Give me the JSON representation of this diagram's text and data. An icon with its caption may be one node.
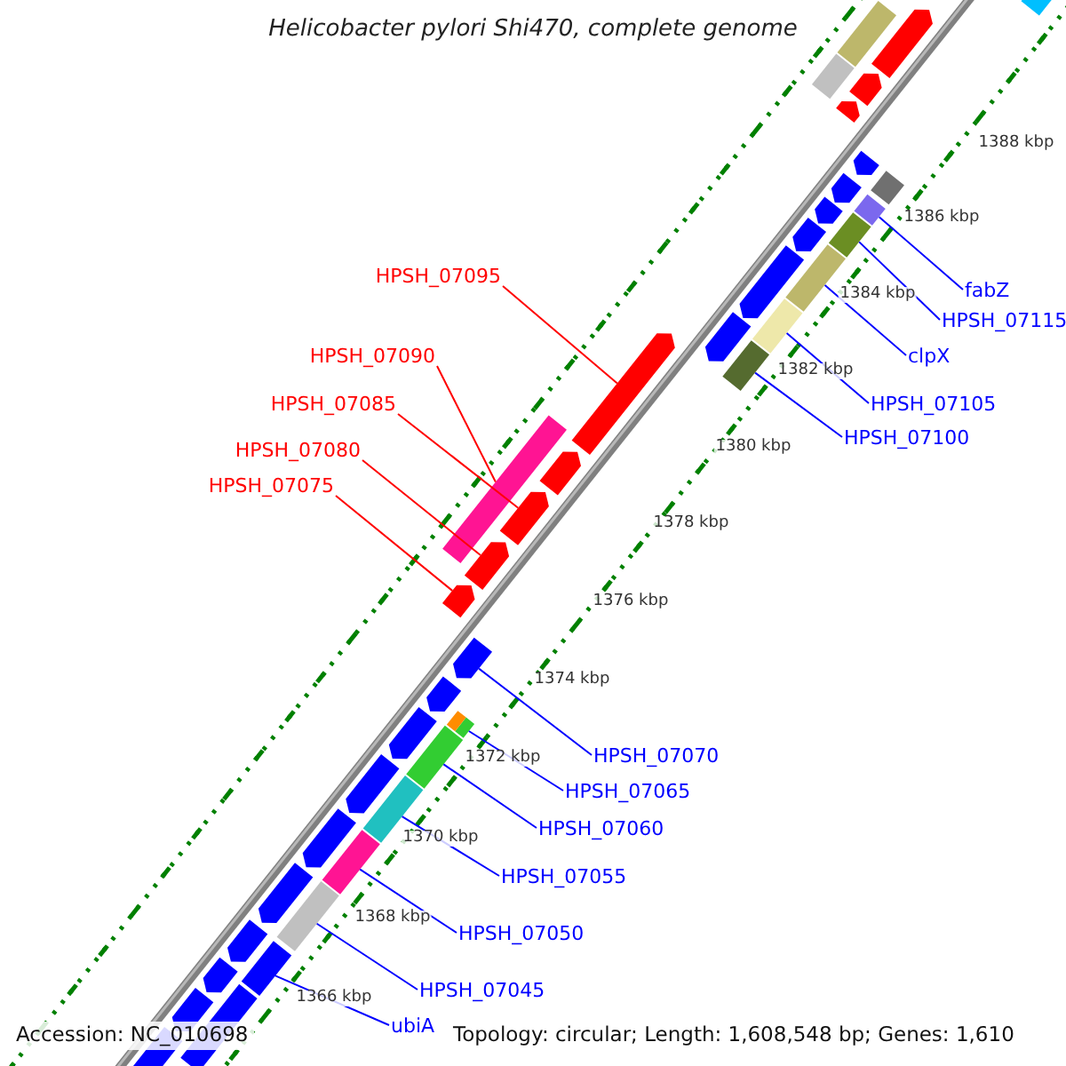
{
  "diagram": {
    "title": "Helicobacter pylori Shi470, complete genome",
    "nodes": [
      {
        "text": [
          "HPSH_07095"
        ]
      },
      {
        "text": [
          "fabZ"
        ]
      },
      {
        "text": [
          "HPSH_07115"
        ]
      },
      {
        "text": [
          "HPSH_07090"
        ]
      },
      {
        "text": [
          "clpX"
        ]
      },
      {
        "text": [
          "HPSH_07085"
        ]
      },
      {
        "text": [
          "HPSH_07105"
        ]
      },
      {
        "text": [
          "HPSH_07100"
        ]
      },
      {
        "text": [
          "HPSH_07080"
        ]
      },
      {
        "text": [
          "HPSH_07075"
        ]
      },
      {
        "text": [
          "HPSH_07070"
        ]
      },
      {
        "text": [
          "HPSH_07065"
        ]
      },
      {
        "text": [
          "HPSH_07060"
        ]
      },
      {
        "text": [
          "HPSH_07055"
        ]
      },
      {
        "text": [
          "HPSH_07050"
        ]
      },
      {
        "text": [
          "HPSH_07045"
        ]
      },
      {
        "text": [
          "ubiA"
        ]
      },
      {
        "text": [],
        "shape": "pentagon"
      },
      {
        "text": [],
        "shape": "bar"
      },
      {
        "text": [],
        "shape": "bar"
      },
      {
        "text": [],
        "shape": "bar"
      },
      {
        "text": [],
        "shape": "bar"
      },
      {
        "text": [],
        "shape": "pentagon"
      },
      {
        "text": [],
        "shape": "bar"
      },
      {
        "text": [],
        "shape": "bar"
      },
      {
        "text": [],
        "shape": "pentagon"
      },
      {
        "text": [],
        "shape": "pentagon"
      },
      {
        "text": [],
        "shape": "pentagon"
      },
      {
        "text": [],
        "shape": "bar"
      },
      {
        "text": [],
        "shape": "bar"
      },
      {
        "text": [],
        "shape": "bar"
      },
      {
        "text": [],
        "shape": "bar"
      },
      {
        "text": [],
        "shape": "bar"
      },
      {
        "text": [],
        "shape": "bar"
      },
      {
        "text": [],
        "shape": "bar"
      },
      {
        "text": [],
        "shape": "bar"
      },
      {
        "text": [],
        "shape": "pentagon"
      },
      {
        "text": [],
        "shape": "bar"
      },
      {
        "text": [],
        "shape": "pentagon"
      },
      {
        "text": [],
        "shape": "pentagon"
      },
      {
        "text": [],
        "shape": "pentagon"
      },
      {
        "text": [],
        "shape": "bar"
      },
      {
        "text": [],
        "shape": "pentagon"
      },
      {
        "text": [],
        "shape": "pentagon"
      },
      {
        "text": [],
        "shape": "pentagon"
      },
      {
        "text": [],
        "shape": "pentagon"
      },
      {
        "text": [],
        "shape": "pentagon"
      },
      {
        "text": [],
        "shape": "pentagon"
      },
      {
        "text": [],
        "shape": "pentagon"
      },
      {
        "text": [],
        "shape": "bar"
      },
      {
        "text": [],
        "shape": "pentagon"
      },
      {
        "text": [],
        "shape": "pentagon"
      },
      {
        "text": [],
        "shape": "pentagon"
      },
      {
        "text": [],
        "shape": "pentagon"
      },
      {
        "text": [],
        "shape": "pentagon"
      },
      {
        "text": [],
        "shape": "pentagon"
      },
      {
        "text": [],
        "shape": "pentagon"
      },
      {
        "text": [],
        "shape": "bar"
      },
      {
        "text": [],
        "shape": "pentagon"
      }
    ],
    "edges": [
      {
        "from": 0,
        "to": 17,
        "arrow": "none",
        "color": "#ff0000"
      },
      {
        "from": 1,
        "to": 18,
        "arrow": "none"
      },
      {
        "from": 2,
        "to": 19,
        "arrow": "none"
      },
      {
        "from": 3,
        "to": 20,
        "arrow": "none",
        "color": "#ff0000"
      },
      {
        "from": 4,
        "to": 21,
        "arrow": "none"
      },
      {
        "from": 5,
        "to": 22,
        "arrow": "none",
        "color": "#ff0000"
      },
      {
        "from": 6,
        "to": 23,
        "arrow": "none"
      },
      {
        "from": 7,
        "to": 24,
        "arrow": "none"
      },
      {
        "from": 8,
        "to": 25,
        "arrow": "none",
        "color": "#ff0000"
      },
      {
        "from": 9,
        "to": 26,
        "arrow": "none",
        "color": "#ff0000"
      },
      {
        "from": 10,
        "to": 27,
        "arrow": "none"
      },
      {
        "from": 11,
        "to": 28,
        "arrow": "none"
      },
      {
        "from": 12,
        "to": 29,
        "arrow": "none"
      },
      {
        "from": 13,
        "to": 30,
        "arrow": "none"
      },
      {
        "from": 14,
        "to": 31,
        "arrow": "none"
      },
      {
        "from": 15,
        "to": 32,
        "arrow": "none"
      },
      {
        "from": 16,
        "to": 33,
        "arrow": "none"
      }
    ],
    "labels": [
      "1388 kbp",
      "1386 kbp",
      "1384 kbp",
      "1382 kbp",
      "1380 kbp",
      "1378 kbp",
      "1376 kbp",
      "1374 kbp",
      "1372 kbp",
      "1370 kbp",
      "1368 kbp",
      "1366 kbp",
      "Accession: NC_010698",
      "Topology: circular; Length: 1,608,548 bp; Genes: 1,610"
    ]
  }
}
